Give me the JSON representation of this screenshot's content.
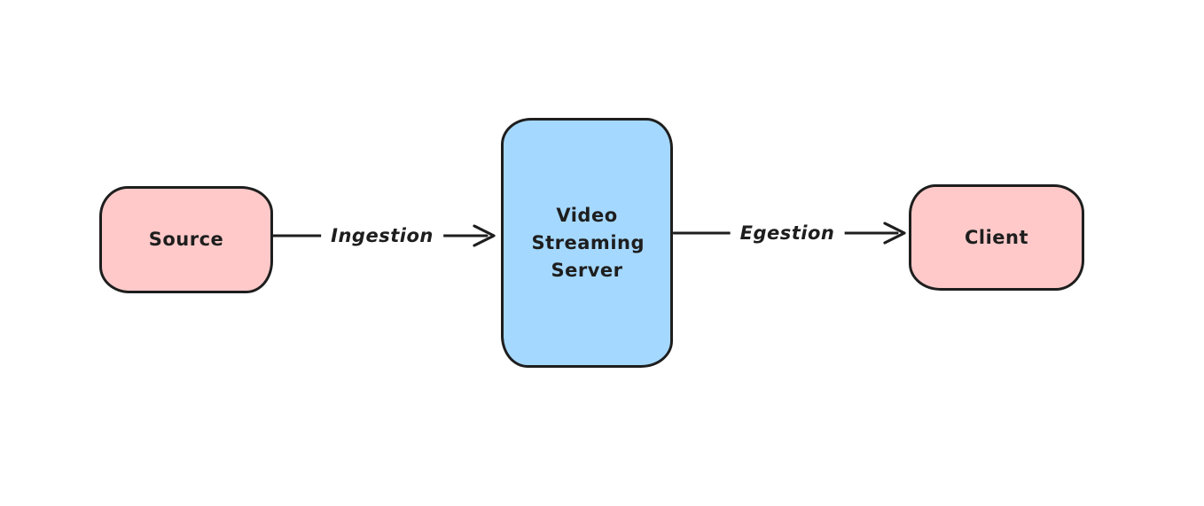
{
  "diagram": {
    "colors": {
      "background": "#ffffff",
      "stroke": "#1e1e1e",
      "node_pink_fill": "#ffc9c9",
      "node_blue_fill": "#a5d8ff"
    },
    "nodes": [
      {
        "id": "source",
        "label": "Source",
        "fill": "#ffc9c9",
        "shape": "rounded-rectangle"
      },
      {
        "id": "video-streaming-server",
        "label": "Video Streaming Server",
        "fill": "#a5d8ff",
        "shape": "rounded-rectangle"
      },
      {
        "id": "client",
        "label": "Client",
        "fill": "#ffc9c9",
        "shape": "rounded-rectangle"
      }
    ],
    "edges": [
      {
        "id": "ingestion",
        "label": "Ingestion",
        "from": "source",
        "to": "video-streaming-server",
        "direction": "right",
        "arrowhead": "open-v"
      },
      {
        "id": "egestion",
        "label": "Egestion",
        "from": "video-streaming-server",
        "to": "client",
        "direction": "right",
        "arrowhead": "open-v"
      }
    ]
  }
}
